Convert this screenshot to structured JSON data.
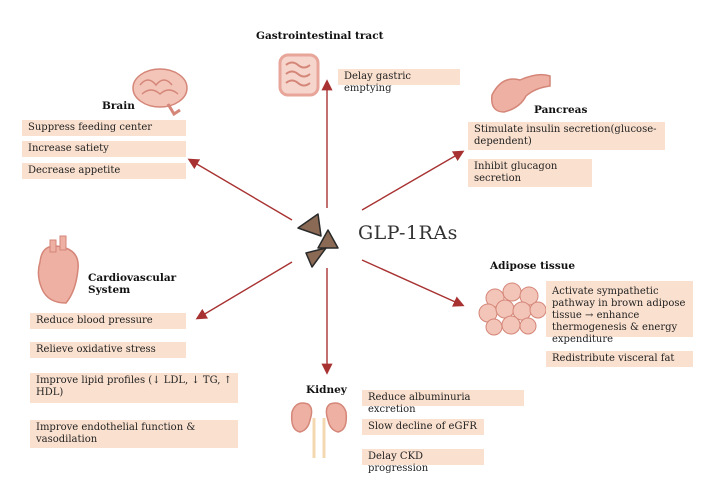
{
  "center": {
    "label": "GLP-1RAs"
  },
  "organs": {
    "gi": {
      "title": "Gastrointestinal tract",
      "effects": [
        "Delay gastric emptying"
      ]
    },
    "brain": {
      "title": "Brain",
      "effects": [
        "Suppress feeding center",
        "Increase satiety",
        "Decrease appetite"
      ]
    },
    "pancreas": {
      "title": "Pancreas",
      "effects": [
        "Stimulate insulin secretion(glucose-dependent)",
        "Inhibit glucagon secretion"
      ]
    },
    "adipose": {
      "title": "Adipose tissue",
      "effects": [
        "Activate sympathetic pathway in brown adipose tissue → enhance thermogenesis & energy expenditure",
        "Redistribute visceral fat"
      ]
    },
    "cardio": {
      "title": "Cardiovascular System",
      "effects": [
        "Reduce blood pressure",
        "Relieve oxidative stress",
        "Improve lipid profiles (↓ LDL, ↓ TG, ↑ HDL)",
        "Improve endothelial function & vasodilation"
      ]
    },
    "kidney": {
      "title": "Kidney",
      "effects": [
        "Reduce albuminuria excretion",
        "Slow decline of eGFR",
        "Delay CKD progression"
      ]
    }
  },
  "colors": {
    "box": "#fae0cf",
    "arrow": "#a83232",
    "drug": "#8b6a55",
    "organ": "#e8a59a"
  }
}
